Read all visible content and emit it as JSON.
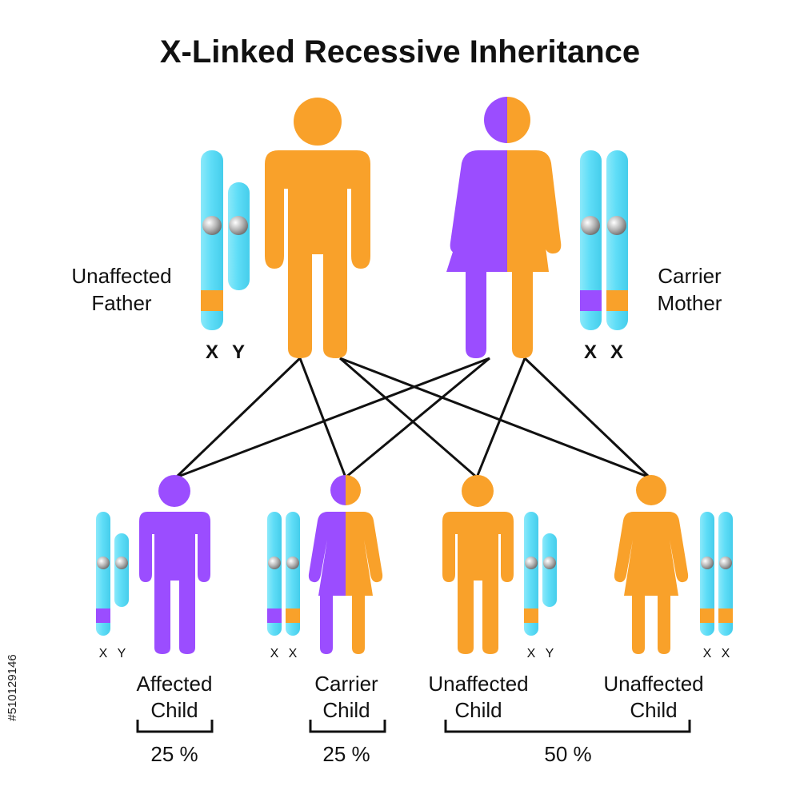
{
  "title": "X-Linked Recessive Inheritance",
  "colors": {
    "unaffected": "#F9A12A",
    "affected": "#9B4DFF",
    "chromosome": "#5FDDF7",
    "chromosome_light": "#B7F2FC",
    "centromere": "#9A9A9A",
    "line": "#111111"
  },
  "parents": {
    "father": {
      "label_line1": "Unaffected",
      "label_line2": "Father",
      "chrom_labels": [
        "X",
        "Y"
      ]
    },
    "mother": {
      "label_line1": "Carrier",
      "label_line2": "Mother",
      "chrom_labels": [
        "X",
        "X"
      ]
    }
  },
  "children": [
    {
      "label_line1": "Affected",
      "label_line2": "Child",
      "chrom_labels": [
        "X",
        "Y"
      ]
    },
    {
      "label_line1": "Carrier",
      "label_line2": "Child",
      "chrom_labels": [
        "X",
        "X"
      ]
    },
    {
      "label_line1": "Unaffected",
      "label_line2": "Child",
      "chrom_labels": [
        "X",
        "Y"
      ]
    },
    {
      "label_line1": "Unaffected",
      "label_line2": "Child",
      "chrom_labels": [
        "X",
        "X"
      ]
    }
  ],
  "percentages": {
    "affected": "25 %",
    "carrier": "25 %",
    "unaffected": "50 %"
  },
  "stock_id": "#510129146"
}
